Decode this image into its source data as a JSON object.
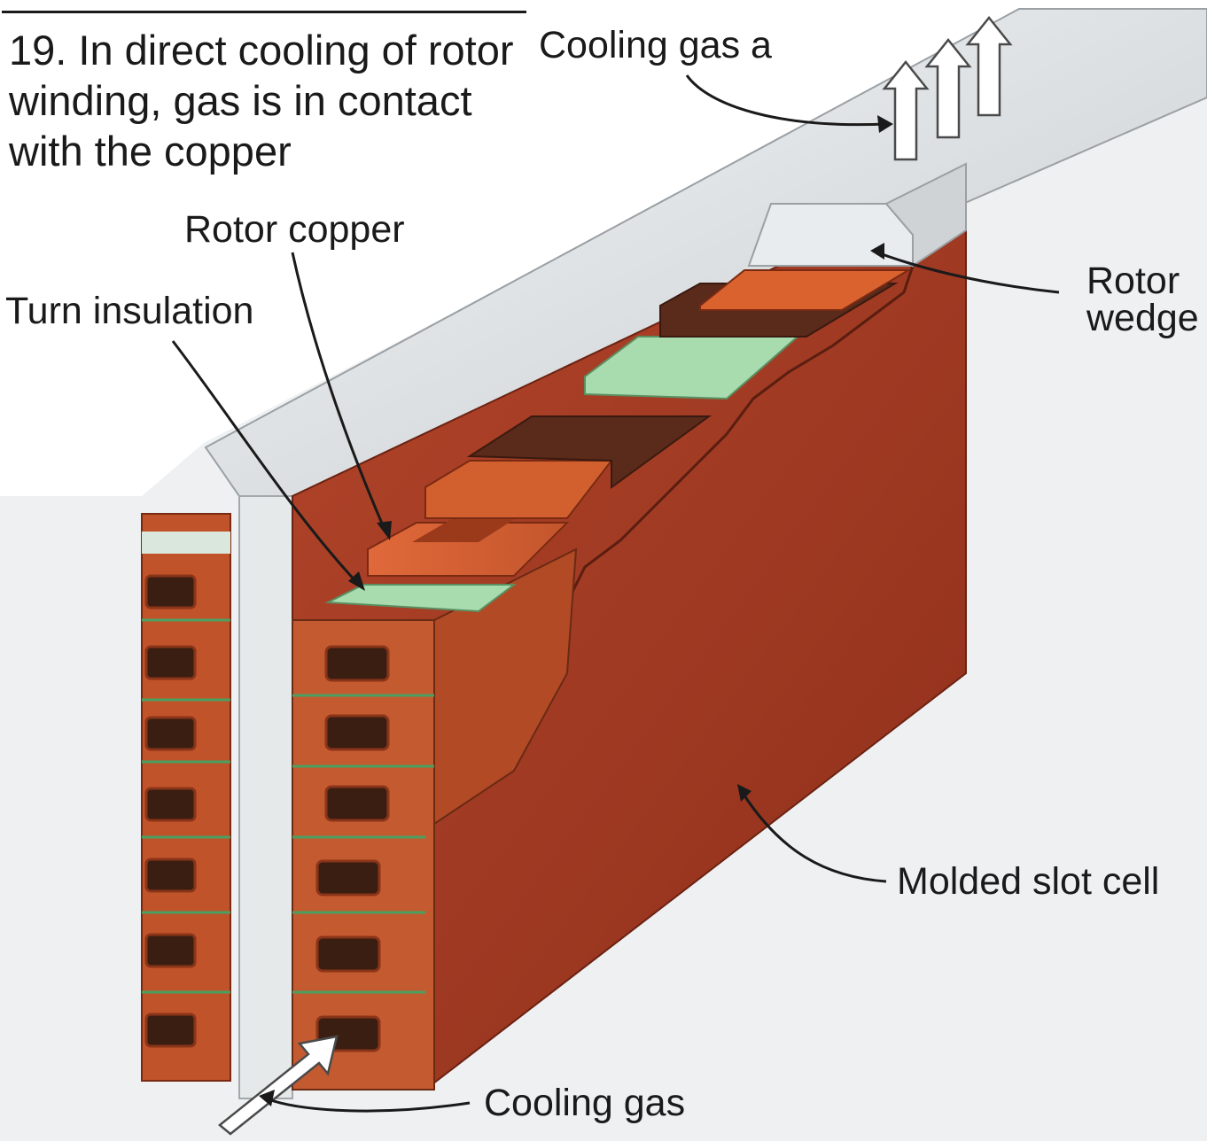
{
  "figure": {
    "caption": "19. In direct cooling of rotor winding, gas is in contact with the copper"
  },
  "labels": {
    "cooling_gas_out": "Cooling gas a",
    "rotor_copper": "Rotor copper",
    "turn_insulation": "Turn insulation",
    "rotor_wedge_line1": "Rotor",
    "rotor_wedge_line2": "wedge",
    "molded_slot_cell": "Molded slot cell",
    "cooling_gas_in": "Cooling gas"
  },
  "colors": {
    "copper": "#c0532a",
    "copper_dark": "#8a3418",
    "slot_cell": "#a83c22",
    "insulation_green": "#9fd8a8",
    "steel": "#dfe2e4",
    "vent_dark": "#3a1e12",
    "text": "#1a1a1a"
  }
}
